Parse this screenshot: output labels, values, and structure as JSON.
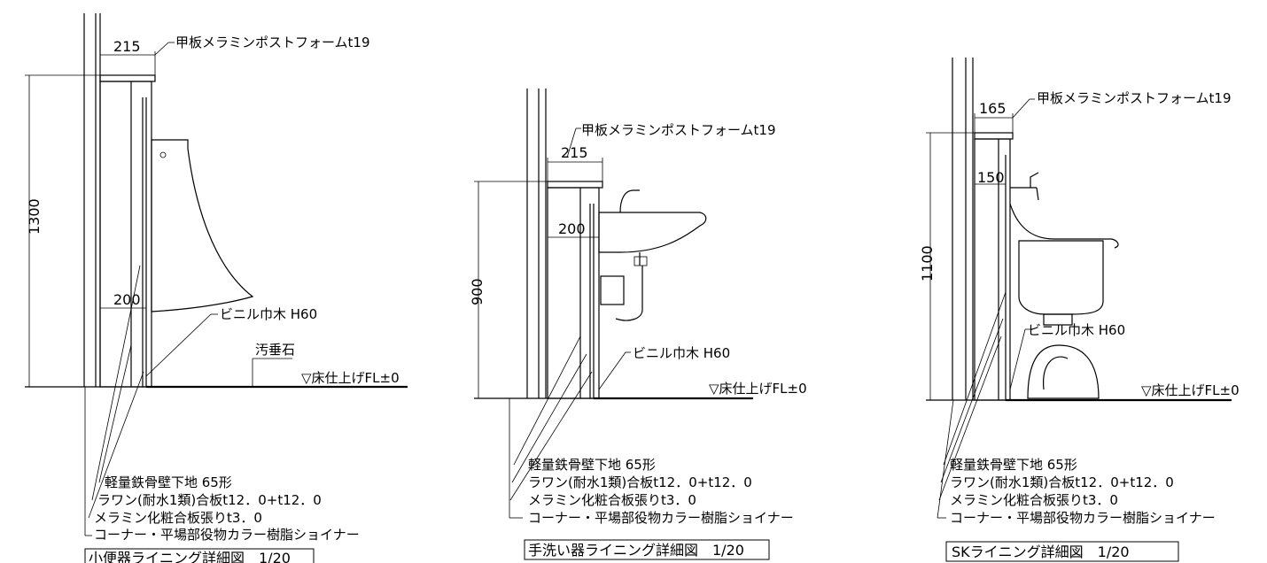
{
  "details": [
    {
      "title": "小便器ライニング詳細図　1/20",
      "dims": {
        "top_width": "215",
        "inner_width": "200",
        "height": "1300"
      },
      "labels": {
        "top_board": "甲板メラミンポストフォームt19",
        "baseboard": "ビニル巾木 H60",
        "stone": "汚垂石",
        "floor": "▽床仕上げFL±0"
      },
      "specs": [
        "軽量鉄骨壁下地 65形",
        "ラワン(耐水1類)合板t12．0+t12．0",
        "メラミン化粧合板張りt3．0",
        "コーナー・平場部役物カラー樹脂ショイナー"
      ]
    },
    {
      "title": "手洗い器ライニング詳細図　1/20",
      "dims": {
        "top_width": "215",
        "inner_width": "200",
        "height": "900"
      },
      "labels": {
        "top_board": "甲板メラミンポストフォームt19",
        "baseboard": "ビニル巾木 H60",
        "floor": "▽床仕上げFL±0"
      },
      "specs": [
        "軽量鉄骨壁下地 65形",
        "ラワン(耐水1類)合板t12．0+t12．0",
        "メラミン化粧合板張りt3．0",
        "コーナー・平場部役物カラー樹脂ショイナー"
      ]
    },
    {
      "title": "SKライニング詳細図　1/20",
      "dims": {
        "top_width": "165",
        "inner_width": "150",
        "height": "1100"
      },
      "labels": {
        "top_board": "甲板メラミンポストフォームt19",
        "baseboard": "ビニル巾木 H60",
        "floor": "▽床仕上げFL±0"
      },
      "specs": [
        "軽量鉄骨壁下地 65形",
        "ラワン(耐水1類)合板t12．0+t12．0",
        "メラミン化粧合板張りt3．0",
        "コーナー・平場部役物カラー樹脂ショイナー"
      ]
    }
  ]
}
